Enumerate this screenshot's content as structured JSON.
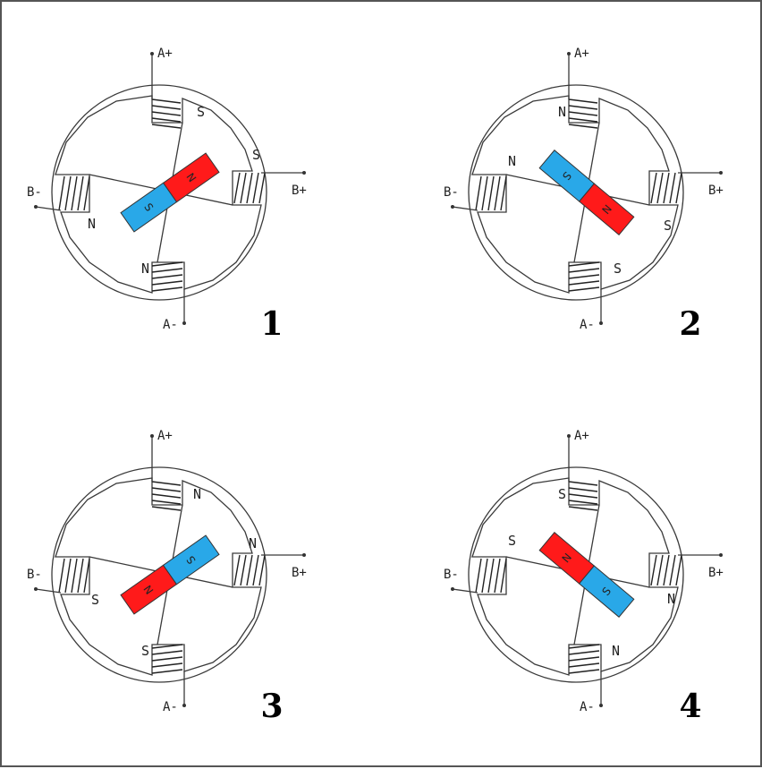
{
  "terminals": {
    "a_plus": "A+",
    "a_minus": "A-",
    "b_plus": "B+",
    "b_minus": "B-"
  },
  "colors": {
    "north": "#ff1a1a",
    "south": "#29a8e8"
  },
  "diagrams": [
    {
      "step": "1",
      "rotor_angle_deg": -35,
      "poles": {
        "top": "S",
        "right": "S",
        "bottom": "N",
        "left": "N"
      },
      "magnet": {
        "north_end": "N",
        "south_end": "S"
      }
    },
    {
      "step": "2",
      "rotor_angle_deg": 40,
      "poles": {
        "top": "N",
        "right": "S",
        "bottom": "S",
        "left": "N"
      },
      "magnet": {
        "north_end": "N",
        "south_end": "S"
      }
    },
    {
      "step": "3",
      "rotor_angle_deg": 145,
      "poles": {
        "top": "N",
        "right": "N",
        "bottom": "S",
        "left": "S"
      },
      "magnet": {
        "north_end": "N",
        "south_end": "S"
      }
    },
    {
      "step": "4",
      "rotor_angle_deg": 220,
      "poles": {
        "top": "S",
        "right": "N",
        "bottom": "N",
        "left": "S"
      },
      "magnet": {
        "north_end": "N",
        "south_end": "S"
      }
    }
  ]
}
